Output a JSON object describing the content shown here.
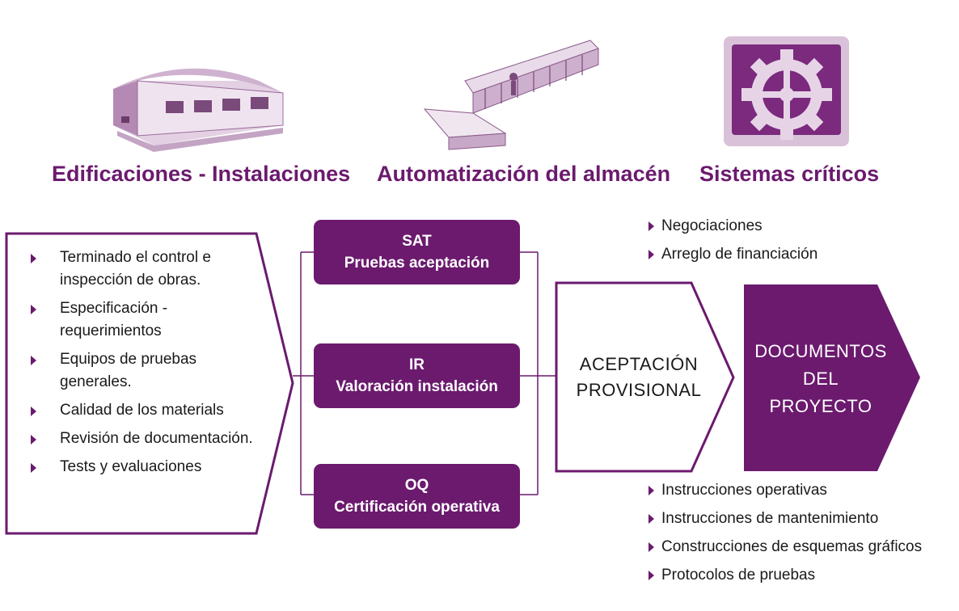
{
  "headings": {
    "buildings": "Edificaciones - Instalaciones",
    "automation": "Automatización del almacén",
    "systems": "Sistemas críticos"
  },
  "icons": {
    "buildings": "warehouse-building-icon",
    "automation": "automated-warehouse-conveyor-icon",
    "systems": "gear-icon"
  },
  "left_items": [
    "Terminado el control e inspección de obras.",
    "Especificación  - requerimientos",
    "Equipos de pruebas generales.",
    "Calidad de los materials",
    "Revisión de documentación.",
    "Tests y evaluaciones"
  ],
  "boxes": {
    "sat": {
      "code": "SAT",
      "label": "Pruebas aceptación"
    },
    "ir": {
      "code": "IR",
      "label": "Valoración  instalación"
    },
    "oq": {
      "code": "OQ",
      "label": "Certificación operativa"
    }
  },
  "acceptance": {
    "line1": "ACEPTACIÓN",
    "line2": "PROVISIONAL"
  },
  "documents": {
    "line1": "DOCUMENTOS",
    "line2": "DEL",
    "line3": "PROYECTO"
  },
  "top_right_items": [
    "Negociaciones",
    "Arreglo de financiación"
  ],
  "bottom_right_items": [
    "Instrucciones operativas",
    "Instrucciones de mantenimiento",
    "Construcciones de esquemas gráficos",
    "Protocolos de pruebas"
  ],
  "colors": {
    "accent": "#6b1a6e",
    "accent_light": "#c9a6c9"
  }
}
